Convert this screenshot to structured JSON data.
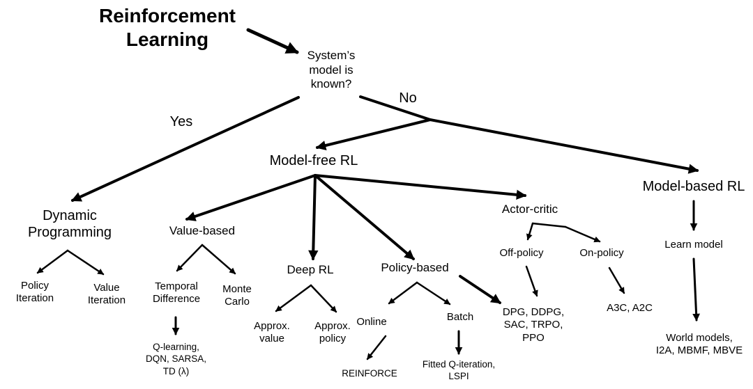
{
  "title": "Reinforcement\nLearning",
  "question": "System’s\nmodel is\nknown?",
  "edge_labels": {
    "yes": "Yes",
    "no": "No"
  },
  "nodes": {
    "dynamic_programming": "Dynamic\nProgramming",
    "policy_iteration": "Policy\nIteration",
    "value_iteration": "Value\nIteration",
    "model_free": "Model-free RL",
    "model_based": "Model-based RL",
    "learn_model": "Learn model",
    "world_models": "World models,\nI2A, MBMF, MBVE",
    "value_based": "Value-based",
    "temporal_difference": "Temporal\nDifference",
    "monte_carlo": "Monte\nCarlo",
    "td_methods": "Q-learning,\nDQN, SARSA,\nTD (λ)",
    "deep_rl": "Deep RL",
    "approx_value": "Approx.\nvalue",
    "approx_policy": "Approx.\npolicy",
    "policy_based": "Policy-based",
    "online": "Online",
    "batch": "Batch",
    "reinforce": "REINFORCE",
    "fitted_q": "Fitted Q-iteration,\nLSPI",
    "actor_critic": "Actor-critic",
    "off_policy": "Off-policy",
    "on_policy": "On-policy",
    "off_policy_methods": "DPG, DDPG,\nSAC, TRPO,\nPPO",
    "on_policy_methods": "A3C, A2C"
  },
  "colors": {
    "ink": "#000000",
    "background": "#ffffff"
  }
}
